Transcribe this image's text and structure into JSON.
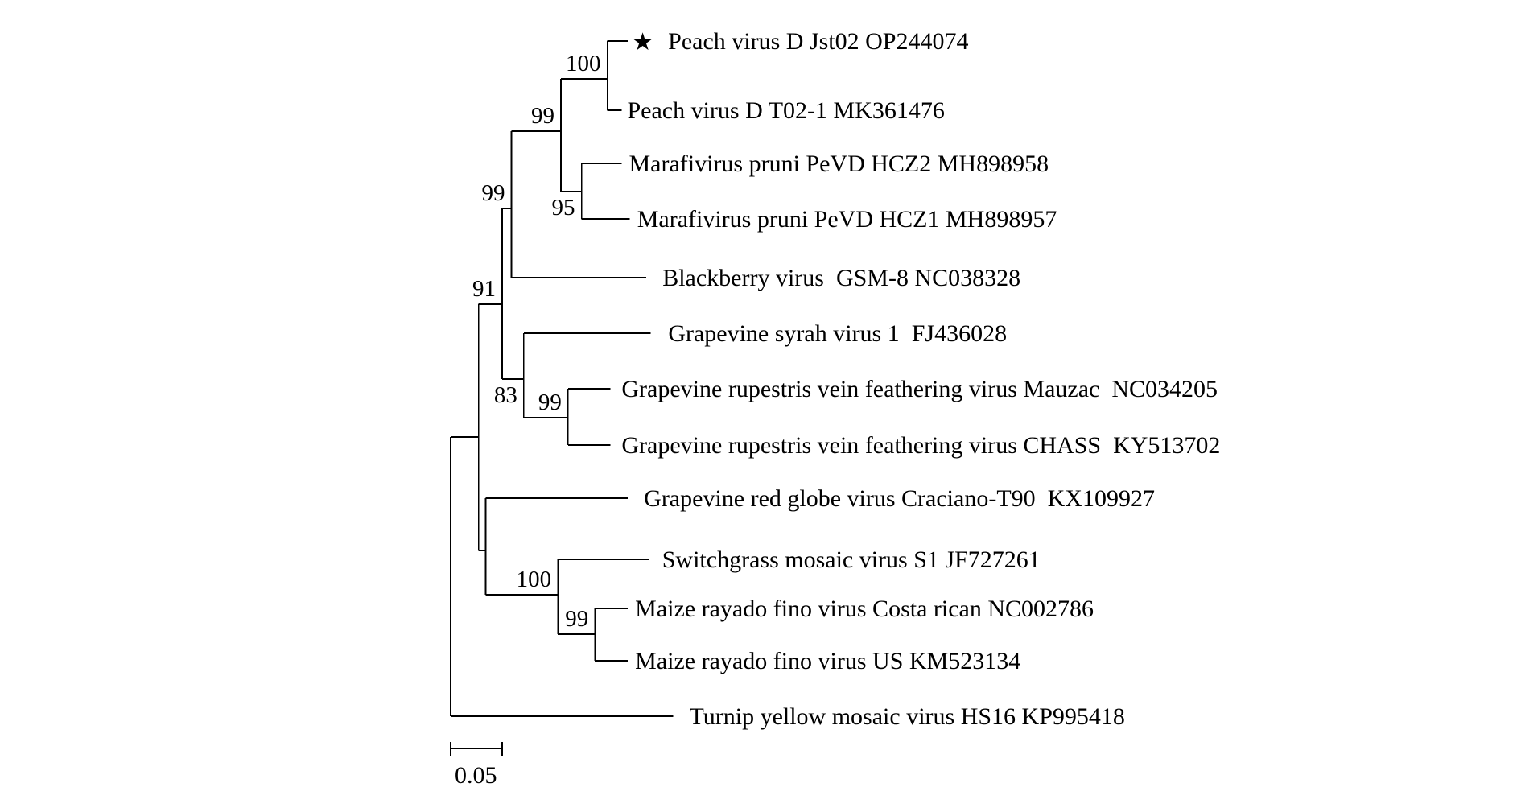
{
  "figure": {
    "type": "phylogenetic-tree",
    "line_color": "#000000",
    "background": "#ffffff",
    "highlight_marker": "star-icon",
    "scale_bar": {
      "value": 0.05,
      "label": "0.05"
    }
  },
  "tips": [
    {
      "id": "t1",
      "label": "Peach virus D Jst02 OP244074",
      "highlighted": true,
      "depth": 0.172
    },
    {
      "id": "t2",
      "label": "Peach virus D T02-1 MK361476",
      "depth": 0.166
    },
    {
      "id": "t3",
      "label": "Marafivirus pruni PeVD HCZ2 MH898958",
      "depth": 0.166
    },
    {
      "id": "t4",
      "label": "Marafivirus pruni PeVD HCZ1 MH898957",
      "depth": 0.174
    },
    {
      "id": "t5",
      "label": "Blackberry virus  GSM-8 NC038328",
      "depth": 0.19
    },
    {
      "id": "t6",
      "label": "Grapevine syrah virus 1  FJ436028",
      "depth": 0.194
    },
    {
      "id": "t7",
      "label": "Grapevine rupestris vein feathering virus Mauzac  NC034205",
      "depth": 0.155
    },
    {
      "id": "t8",
      "label": "Grapevine rupestris vein feathering virus CHASS  KY513702",
      "depth": 0.155
    },
    {
      "id": "t9",
      "label": "Grapevine red globe virus Craciano-T90  KX109927",
      "depth": 0.172
    },
    {
      "id": "t10",
      "label": "Switchgrass mosaic virus S1 JF727261",
      "depth": 0.192
    },
    {
      "id": "t11",
      "label": "Maize rayado fino virus Costa rican NC002786",
      "depth": 0.172
    },
    {
      "id": "t12",
      "label": "Maize rayado fino virus US KM523134",
      "depth": 0.172
    },
    {
      "id": "t13",
      "label": "Turnip yellow mosaic virus HS16 KP995418",
      "depth": 0.216
    }
  ],
  "nodes": [
    {
      "id": "root",
      "children": [
        "nA",
        "t13"
      ],
      "depth": 0.0,
      "bootstrap": null
    },
    {
      "id": "nA",
      "children": [
        "n91",
        "nB"
      ],
      "depth": 0.027,
      "bootstrap": null
    },
    {
      "id": "n91",
      "children": [
        "n99a",
        "n83"
      ],
      "depth": 0.05,
      "bootstrap": "91"
    },
    {
      "id": "n99a",
      "children": [
        "n99b",
        "t5"
      ],
      "depth": 0.059,
      "bootstrap": "99"
    },
    {
      "id": "n99b",
      "children": [
        "n100a",
        "n95"
      ],
      "depth": 0.107,
      "bootstrap": "99"
    },
    {
      "id": "n100a",
      "children": [
        "t1",
        "t2"
      ],
      "depth": 0.152,
      "bootstrap": "100"
    },
    {
      "id": "n95",
      "children": [
        "t3",
        "t4"
      ],
      "depth": 0.127,
      "bootstrap": "95"
    },
    {
      "id": "n83",
      "children": [
        "t6",
        "n99c"
      ],
      "depth": 0.071,
      "bootstrap": "83"
    },
    {
      "id": "n99c",
      "children": [
        "t7",
        "t8"
      ],
      "depth": 0.114,
      "bootstrap": "99"
    },
    {
      "id": "nB",
      "children": [
        "t9",
        "n100b"
      ],
      "depth": 0.034,
      "bootstrap": null
    },
    {
      "id": "n100b",
      "children": [
        "t10",
        "n99d"
      ],
      "depth": 0.104,
      "bootstrap": "100"
    },
    {
      "id": "n99d",
      "children": [
        "t11",
        "t12"
      ],
      "depth": 0.14,
      "bootstrap": "99"
    }
  ]
}
